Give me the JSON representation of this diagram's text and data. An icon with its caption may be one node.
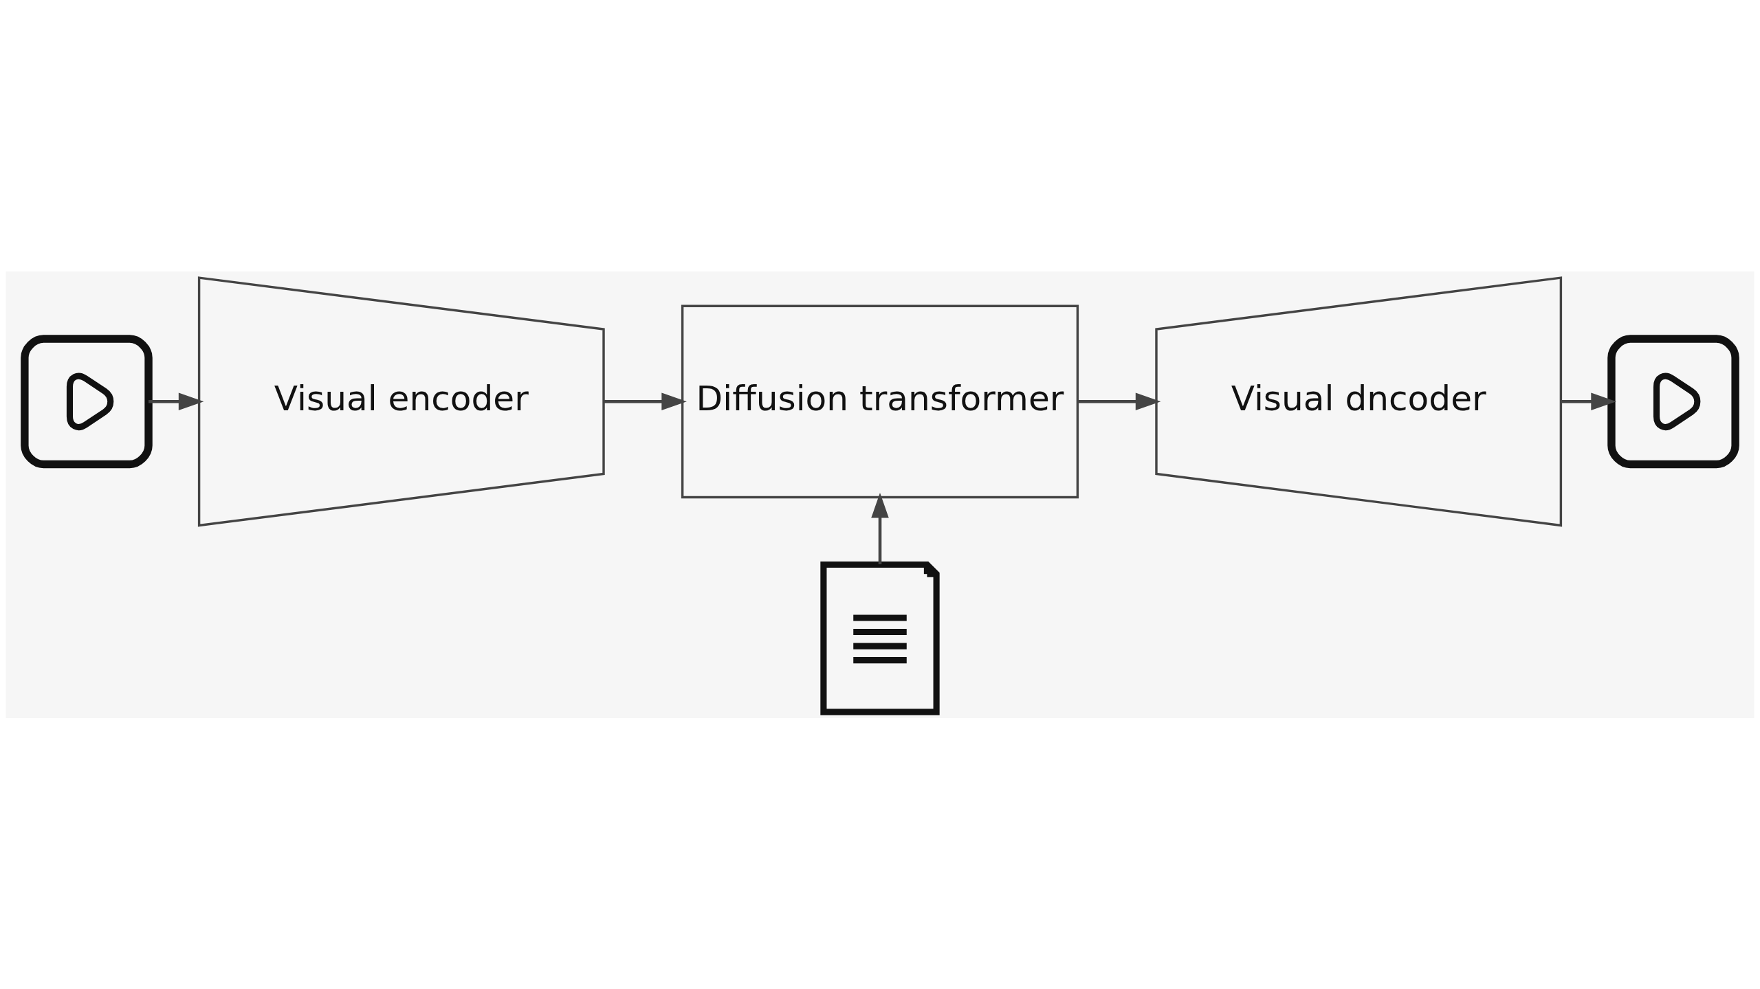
{
  "diagram": {
    "nodes": [
      {
        "text": [],
        "shape": "box"
      },
      {
        "text": [],
        "shape": "triangle",
        "in": 0
      },
      {
        "text": [
          "Visual encoder"
        ]
      },
      {
        "text": [
          "Diffusion transformer"
        ]
      },
      {
        "text": [
          "Visual dncoder"
        ]
      },
      {
        "text": [],
        "shape": "box"
      },
      {
        "text": [],
        "shape": "triangle",
        "in": 5
      },
      {
        "text": [],
        "shape": "picture"
      }
    ],
    "edges": [
      {
        "from": 0,
        "to": 2,
        "arrow": "to"
      },
      {
        "from": 2,
        "to": 3,
        "arrow": "to"
      },
      {
        "from": 3,
        "to": 4,
        "arrow": "to"
      },
      {
        "from": 4,
        "to": 5,
        "arrow": "to"
      },
      {
        "from": 7,
        "to": 3,
        "arrow": "to"
      }
    ]
  }
}
